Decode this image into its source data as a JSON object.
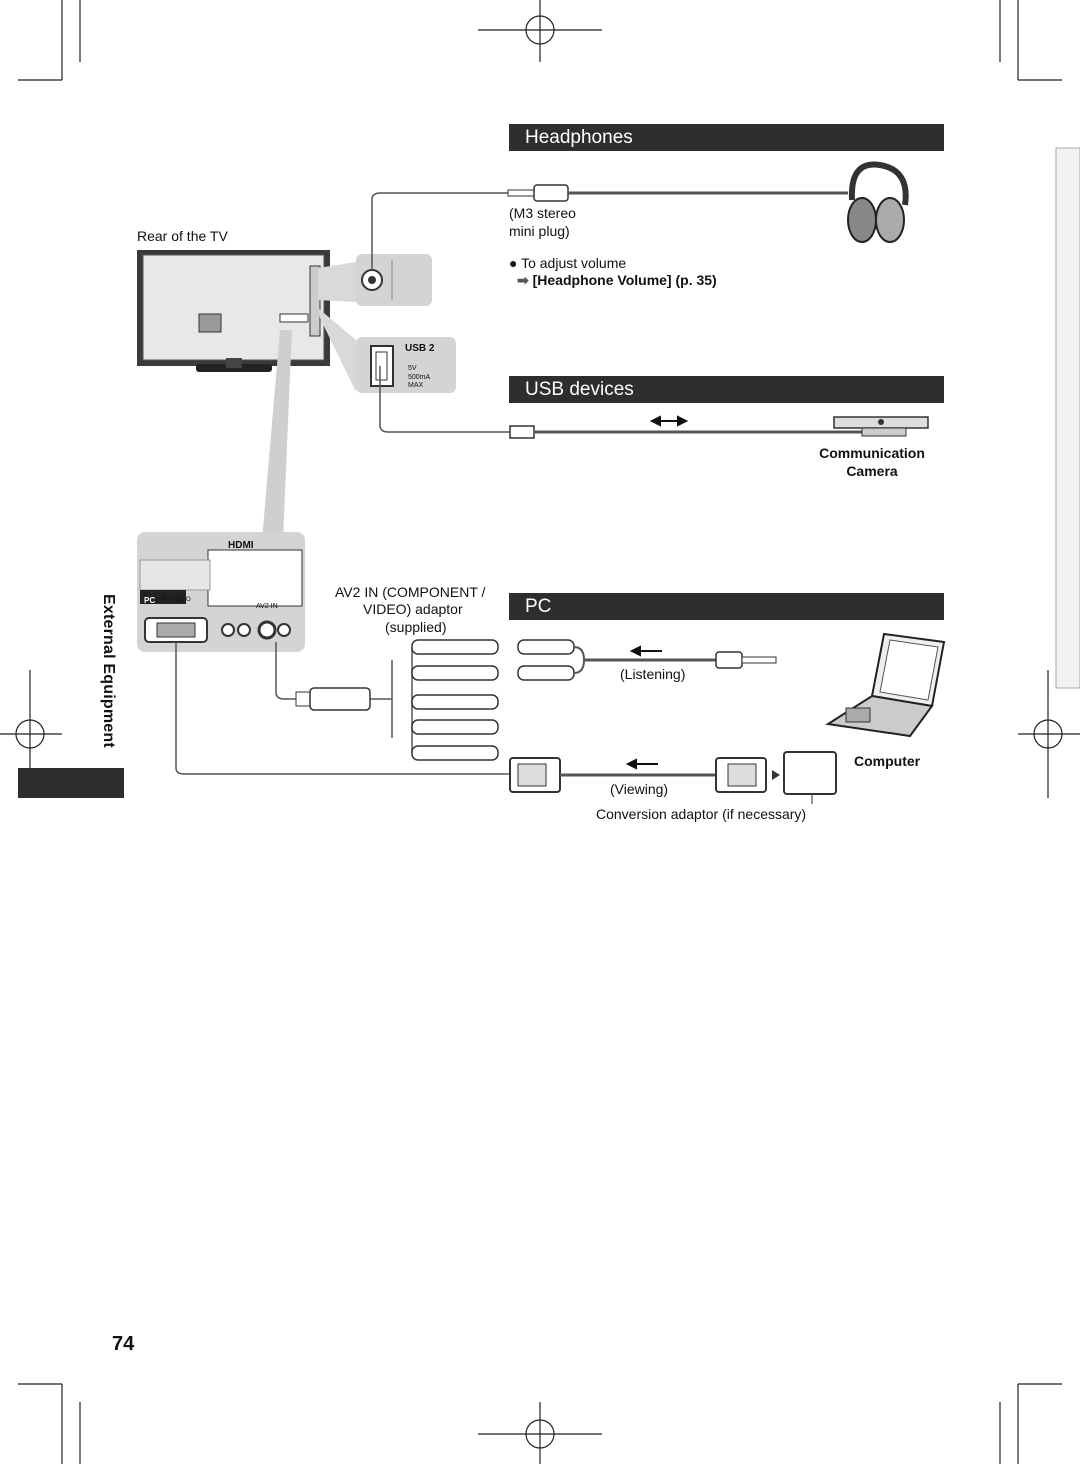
{
  "sections": {
    "headphones": "Headphones",
    "usb": "USB devices",
    "pc": "PC"
  },
  "side_tab": "External Equipment",
  "page_number": "74",
  "labels": {
    "rear_tv": "Rear of the TV",
    "m3_line1": "(M3 stereo",
    "m3_line2": "mini plug)",
    "adjust_volume": "To adjust volume",
    "headphone_volume": "[Headphone Volume] (p. 35)",
    "comm_camera_1": "Communication",
    "comm_camera_2": "Camera",
    "av2_line1": "AV2 IN (COMPONENT /",
    "av2_line2": "VIDEO) adaptor",
    "av2_line3": "(supplied)",
    "listening": "(Listening)",
    "viewing": "(Viewing)",
    "computer": "Computer",
    "conversion": "Conversion adaptor (if necessary)"
  },
  "panel": {
    "usb2": "USB 2",
    "usb_spec_1": "5V",
    "usb_spec_2": "500mA",
    "usb_spec_3": "MAX",
    "hdmi": "HDMI",
    "pc_badge": "PC",
    "pc_audio": "PC AUDIO",
    "av2_in": "AV2 IN"
  },
  "colors": {
    "bar": "#2e2e2e",
    "line": "#555555",
    "panel_gray": "#d4d4d4"
  }
}
